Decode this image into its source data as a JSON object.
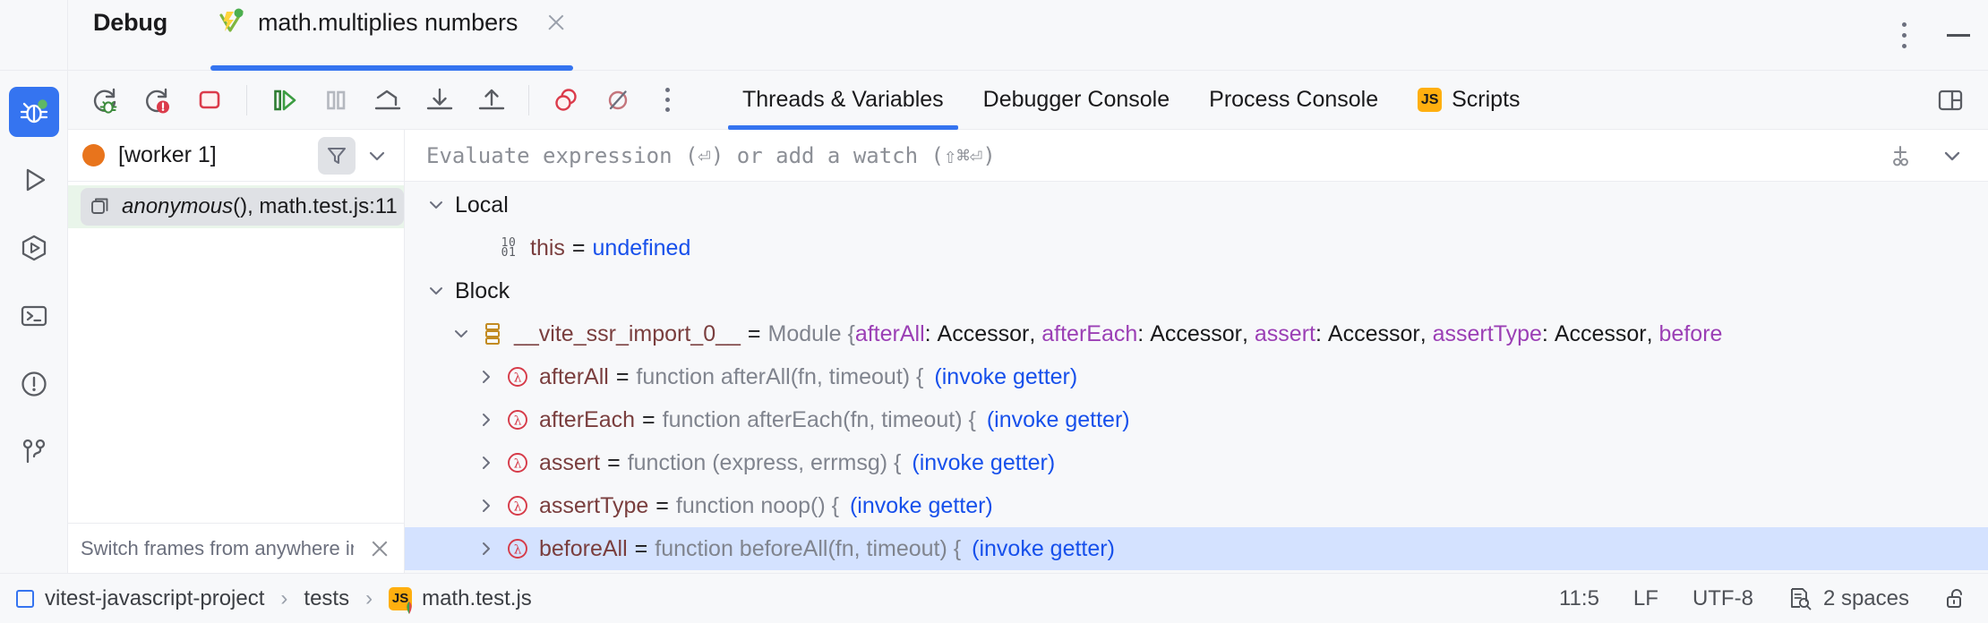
{
  "window": {
    "title": "Debug",
    "more_label": "more-options",
    "minimize_label": "minimize"
  },
  "tab": {
    "label": "math.multiplies numbers",
    "icon": "vitest-run-icon",
    "close_icon": "close-icon",
    "accent": "#3574F0"
  },
  "rail": {
    "items": [
      {
        "name": "debug",
        "icon": "bug-icon",
        "active": true
      },
      {
        "name": "run",
        "icon": "play-triangle-icon",
        "active": false
      },
      {
        "name": "services",
        "icon": "hexagon-play-icon",
        "active": false
      },
      {
        "name": "terminal",
        "icon": "terminal-icon",
        "active": false
      },
      {
        "name": "problems",
        "icon": "exclamation-circle-icon",
        "active": false
      },
      {
        "name": "version-control",
        "icon": "git-branch-icon",
        "active": false
      }
    ]
  },
  "toolbar": {
    "buttons": [
      {
        "name": "rerun-debug",
        "icon": "rerun-with-bug-icon",
        "tooltip": "Rerun"
      },
      {
        "name": "rerun-failed-tests",
        "icon": "rerun-failed-icon",
        "tooltip": "Rerun Failed Tests"
      },
      {
        "name": "stop",
        "icon": "stop-square-icon",
        "tooltip": "Stop"
      },
      {
        "name": "resume-program",
        "icon": "resume-icon",
        "tooltip": "Resume Program"
      },
      {
        "name": "pause-program",
        "icon": "pause-icon",
        "tooltip": "Pause Program"
      },
      {
        "name": "step-over",
        "icon": "step-over-icon",
        "tooltip": "Step Over"
      },
      {
        "name": "step-into",
        "icon": "step-into-icon",
        "tooltip": "Step Into"
      },
      {
        "name": "step-out",
        "icon": "step-out-icon",
        "tooltip": "Step Out"
      },
      {
        "name": "view-breakpoints",
        "icon": "breakpoints-icon",
        "tooltip": "View Breakpoints"
      },
      {
        "name": "mute-breakpoints",
        "icon": "mute-breakpoints-icon",
        "tooltip": "Mute Breakpoints"
      },
      {
        "name": "toolbar-more",
        "icon": "kebab-icon",
        "tooltip": "More"
      }
    ],
    "layout_button": {
      "name": "layout-settings",
      "icon": "layout-panels-icon"
    }
  },
  "view_tabs": [
    {
      "label": "Threads & Variables",
      "selected": true,
      "icon": null
    },
    {
      "label": "Debugger Console",
      "selected": false,
      "icon": null
    },
    {
      "label": "Process Console",
      "selected": false,
      "icon": null
    },
    {
      "label": "Scripts",
      "selected": false,
      "icon": "js-badge",
      "badge": "JS"
    }
  ],
  "frames": {
    "thread": {
      "label": "[worker 1]",
      "status_color": "#E8741C"
    },
    "filter_button": {
      "name": "filter-frames",
      "icon": "funnel-icon"
    },
    "dropdown_button": {
      "name": "frames-dropdown",
      "icon": "chevron-down-icon"
    },
    "items": [
      {
        "func": "anonymous",
        "suffix": "(), math.test.js:11",
        "selected": true,
        "icon": "frame-stack-icon"
      }
    ],
    "hint": {
      "text": "Switch frames from anywhere in the IDE wi...",
      "close_icon": "close-icon"
    }
  },
  "evaluate": {
    "placeholder": "Evaluate expression (⏎) or add a watch (⇧⌘⏎)",
    "value": "",
    "add_watch_button": {
      "name": "add-watch",
      "icon": "add-watch-icon"
    },
    "expand_button": {
      "name": "evaluate-expand",
      "icon": "chevron-down-icon"
    }
  },
  "variables": {
    "rows": [
      {
        "kind": "scope",
        "indent": 0,
        "twisty": "down",
        "name": "Local",
        "icon": null,
        "equals": null,
        "value": null,
        "highlight": false
      },
      {
        "kind": "value",
        "indent": 1,
        "twisty": "none",
        "name": "this",
        "icon": "binary-10-01-icon",
        "equals": "=",
        "value": "undefined",
        "value_class": "blue",
        "highlight": false
      },
      {
        "kind": "scope",
        "indent": 0,
        "twisty": "down",
        "name": "Block",
        "icon": null,
        "equals": null,
        "value": null,
        "highlight": false
      },
      {
        "kind": "object",
        "indent": 1,
        "twisty": "down",
        "name": "__vite_ssr_import_0__",
        "icon": "module-list-icon",
        "equals": "=",
        "value_prefix": "Module {",
        "module_entries": [
          {
            "key": "afterAll",
            "type": "Accessor"
          },
          {
            "key": "afterEach",
            "type": "Accessor"
          },
          {
            "key": "assert",
            "type": "Accessor"
          },
          {
            "key": "assertType",
            "type": "Accessor"
          },
          {
            "key": "before",
            "type": ""
          }
        ],
        "highlight": false
      },
      {
        "kind": "func",
        "indent": 2,
        "twisty": "right",
        "name": "afterAll",
        "icon": "lambda-icon",
        "equals": "=",
        "value": "function afterAll(fn, timeout) {",
        "getter": "(invoke getter)",
        "highlight": false
      },
      {
        "kind": "func",
        "indent": 2,
        "twisty": "right",
        "name": "afterEach",
        "icon": "lambda-icon",
        "equals": "=",
        "value": "function afterEach(fn, timeout) {",
        "getter": "(invoke getter)",
        "highlight": false
      },
      {
        "kind": "func",
        "indent": 2,
        "twisty": "right",
        "name": "assert",
        "icon": "lambda-icon",
        "equals": "=",
        "value": "function (express, errmsg) {",
        "getter": "(invoke getter)",
        "highlight": false
      },
      {
        "kind": "func",
        "indent": 2,
        "twisty": "right",
        "name": "assertType",
        "icon": "lambda-icon",
        "equals": "=",
        "value": "function noop() {",
        "getter": "(invoke getter)",
        "highlight": false
      },
      {
        "kind": "func",
        "indent": 2,
        "twisty": "right",
        "name": "beforeAll",
        "icon": "lambda-icon",
        "equals": "=",
        "value": "function beforeAll(fn, timeout) {",
        "getter": "(invoke getter)",
        "highlight": true
      }
    ]
  },
  "statusbar": {
    "breadcrumbs": [
      {
        "label": "vitest-javascript-project",
        "icon": "project-square-icon"
      },
      {
        "label": "tests",
        "icon": null
      },
      {
        "label": "math.test.js",
        "icon": "js-file-icon"
      }
    ],
    "separator": "›",
    "caret": "11:5",
    "line_separator": "LF",
    "encoding": "UTF-8",
    "indent": "2 spaces",
    "indent_icon": "inspect-document-icon",
    "lock_icon": "unlocked-padlock-icon"
  }
}
